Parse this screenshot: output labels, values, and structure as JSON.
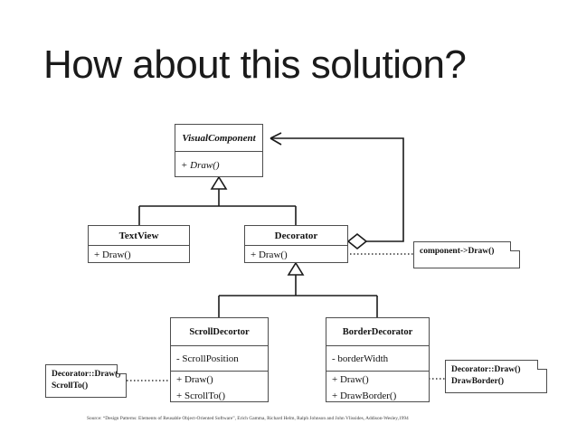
{
  "slide": {
    "title": "How about this solution?",
    "source": "Source: “Design Patterns: Elements of Reusable Object-Oriented Software”, Erich Gamma, Richard Helm, Ralph Johnson and John Vlissides, Addison-Wesley,1994"
  },
  "diagram": {
    "type": "uml-class-diagram",
    "classes": {
      "visual_component": {
        "name": "VisualComponent",
        "abstract": true,
        "operations": [
          "+ Draw()"
        ]
      },
      "text_view": {
        "name": "TextView",
        "abstract": false,
        "operations": [
          "+ Draw()"
        ]
      },
      "decorator": {
        "name": "Decorator",
        "abstract": false,
        "operations": [
          "+ Draw()"
        ]
      },
      "scroll_decorator": {
        "name": "ScrollDecortor",
        "abstract": false,
        "attributes": [
          "- ScrollPosition"
        ],
        "operations": [
          "+ Draw()",
          "+ ScrollTo()"
        ]
      },
      "border_decorator": {
        "name": "BorderDecorator",
        "abstract": false,
        "attributes": [
          "-  borderWidth"
        ],
        "operations": [
          "+ Draw()",
          "+  DrawBorder()"
        ]
      }
    },
    "notes": {
      "decorator_draw": {
        "line1": "component->Draw()"
      },
      "scroll_draw": {
        "line1": "Decorator::Draw()",
        "line2": "ScrollTo()"
      },
      "border_draw": {
        "line1": "Decorator::Draw()",
        "line2": "DrawBorder()"
      }
    },
    "relationships": [
      {
        "kind": "generalization",
        "from": "TextView",
        "to": "VisualComponent"
      },
      {
        "kind": "generalization",
        "from": "Decorator",
        "to": "VisualComponent"
      },
      {
        "kind": "aggregation",
        "from": "Decorator",
        "to": "VisualComponent",
        "role": "component"
      },
      {
        "kind": "generalization",
        "from": "ScrollDecortor",
        "to": "Decorator"
      },
      {
        "kind": "generalization",
        "from": "BorderDecorator",
        "to": "Decorator"
      }
    ],
    "colors": {
      "line": "#1a1a1a",
      "box_border": "#4d4d4d",
      "background": "#ffffff",
      "text": "#111111"
    }
  }
}
